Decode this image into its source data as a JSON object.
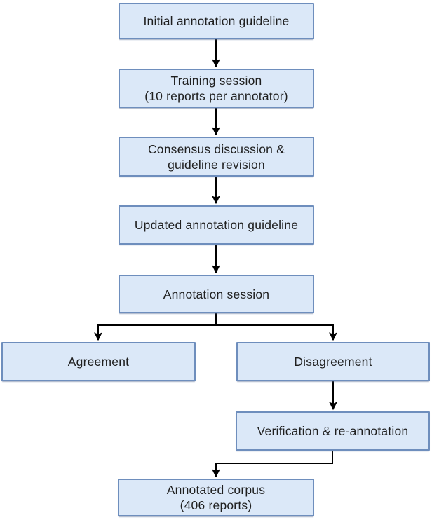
{
  "diagram": {
    "type": "flowchart",
    "colors": {
      "box_fill": "#dbe8f8",
      "box_border": "#6e8ebd",
      "text": "#1f1f1f",
      "arrow": "#000000",
      "background": "#ffffff"
    },
    "nodes": [
      {
        "id": "initial-annotation-guideline",
        "label": "Initial annotation guideline"
      },
      {
        "id": "training-session",
        "label": "Training session\n(10 reports per annotator)"
      },
      {
        "id": "consensus-discussion",
        "label": "Consensus discussion &\nguideline revision"
      },
      {
        "id": "updated-annotation-guideline",
        "label": "Updated annotation guideline"
      },
      {
        "id": "annotation-session",
        "label": "Annotation session"
      },
      {
        "id": "agreement",
        "label": "Agreement"
      },
      {
        "id": "disagreement",
        "label": "Disagreement"
      },
      {
        "id": "verification-re-annotation",
        "label": "Verification & re-annotation"
      },
      {
        "id": "annotated-corpus",
        "label": "Annotated corpus\n(406 reports)"
      }
    ],
    "edges": [
      {
        "from": "initial-annotation-guideline",
        "to": "training-session"
      },
      {
        "from": "training-session",
        "to": "consensus-discussion"
      },
      {
        "from": "consensus-discussion",
        "to": "updated-annotation-guideline"
      },
      {
        "from": "updated-annotation-guideline",
        "to": "annotation-session"
      },
      {
        "from": "annotation-session",
        "to": "agreement"
      },
      {
        "from": "annotation-session",
        "to": "disagreement"
      },
      {
        "from": "disagreement",
        "to": "verification-re-annotation"
      },
      {
        "from": "verification-re-annotation",
        "to": "annotated-corpus"
      }
    ]
  }
}
